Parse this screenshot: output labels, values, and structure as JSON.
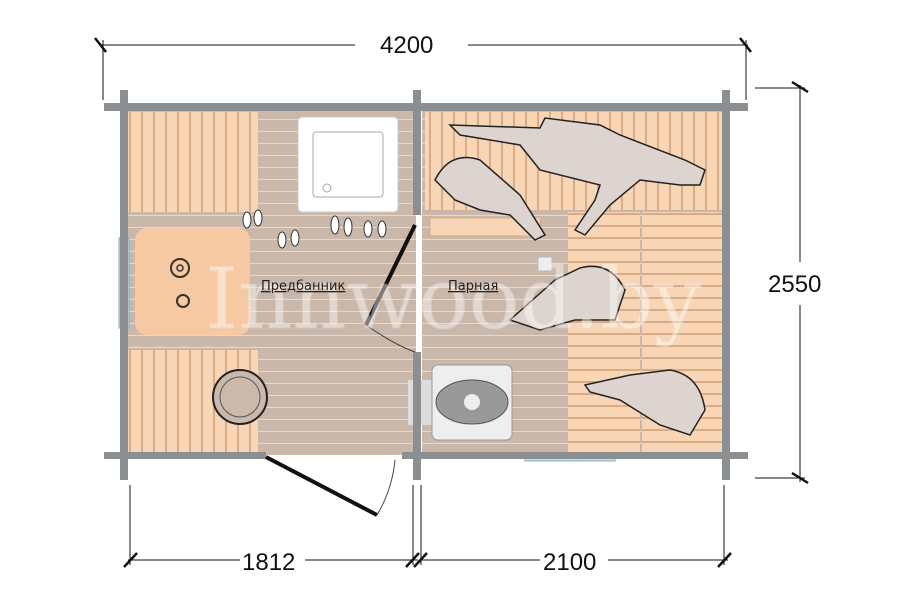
{
  "dimensions": {
    "total_width": "4200",
    "total_depth": "2550",
    "changing_room_width": "1812",
    "steam_room_width": "2100"
  },
  "rooms": {
    "changing_room": "Предбанник",
    "steam_room": "Парная"
  },
  "watermark": "Innwood.by",
  "colors": {
    "wall": "#8c8f92",
    "floor": "#c9b7a9",
    "bench": "#f8d5b4",
    "window": "#bfe0f0"
  }
}
